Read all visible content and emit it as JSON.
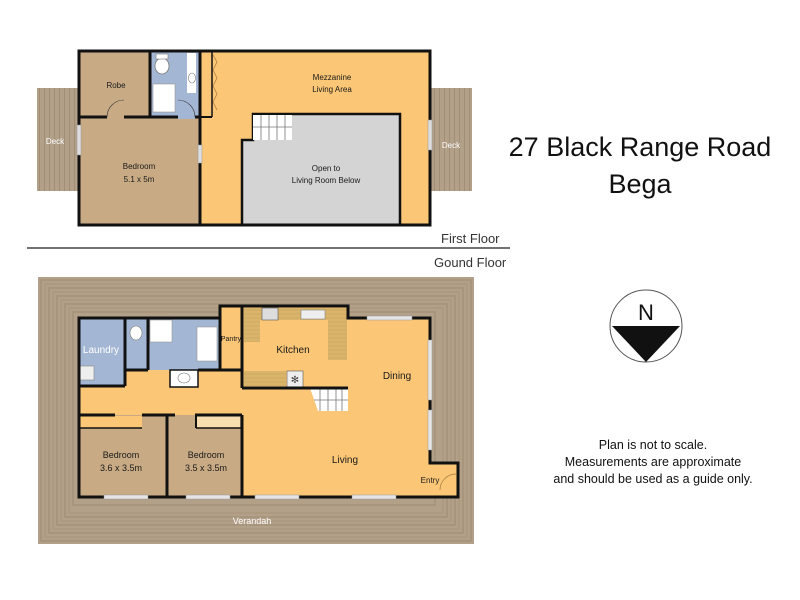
{
  "header": {
    "address_line1": "27 Black Range Road",
    "address_line2": "Bega"
  },
  "floors": {
    "first_floor_label": "First Floor",
    "ground_floor_label": "Gound Floor"
  },
  "first_floor": {
    "rooms": {
      "robe": "Robe",
      "bedroom": "Bedroom",
      "bedroom_size": "5.1 x 5m",
      "mezzanine_line1": "Mezzanine",
      "mezzanine_line2": "Living Area",
      "void_line1": "Open to",
      "void_line2": "Living Room Below",
      "deck_left": "Deck",
      "deck_right": "Deck"
    }
  },
  "ground_floor": {
    "rooms": {
      "laundry": "Laundry",
      "pantry": "Pantry",
      "kitchen": "Kitchen",
      "dining": "Dining",
      "living": "Living",
      "entry": "Entry",
      "bedroom2": "Bedroom",
      "bedroom2_size": "3.6 x 3.5m",
      "bedroom3": "Bedroom",
      "bedroom3_size": "3.5 x 3.5m",
      "verandah": "Verandah"
    }
  },
  "compass": {
    "label": "N"
  },
  "disclaimer": {
    "line1": "Plan is not to scale.",
    "line2": "Measurements are approximate",
    "line3": "and should be used as a guide only."
  },
  "colors": {
    "living": "#fbc675",
    "bedroom": "#c8ab84",
    "wet": "#a3b6d3",
    "deck": "#b2a088",
    "void": "#d4d4d4",
    "wall": "#111111"
  }
}
